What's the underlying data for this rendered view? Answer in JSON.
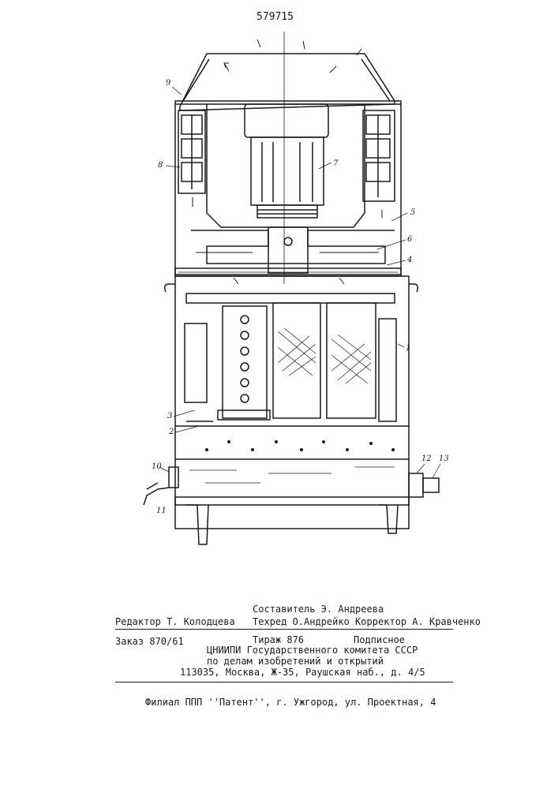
{
  "patent_number": "579715",
  "callouts": [
    "1",
    "2",
    "3",
    "4",
    "5",
    "6",
    "7",
    "8",
    "9",
    "10",
    "11",
    "12",
    "13"
  ],
  "imprint": {
    "editor": "Редактор Т. Колодцева",
    "compiler": "Составитель Э. Андреева",
    "techred_corrector": "Техред О.Андрейко Корректор А. Кравченко",
    "order": "Заказ 870/61",
    "circulation": "Тираж 876",
    "subscription": "Подписное",
    "org1": "ЦНИИПИ Государственного комитета СССР",
    "org2": "по делам изобретений и открытий",
    "address": "113035, Москва, Ж-35, Раушская наб., д. 4/5",
    "branch": "Филиал ППП ''Патент'', г. Ужгород, ул. Проектная, 4"
  }
}
